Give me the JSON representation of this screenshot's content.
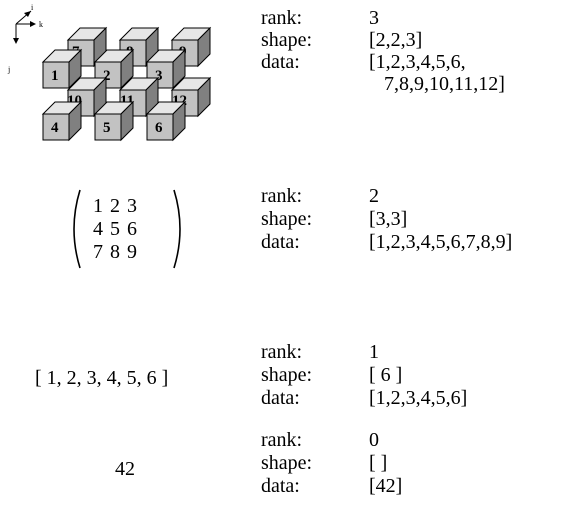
{
  "labels": {
    "rank": "rank:",
    "shape": "shape:",
    "data": "data:"
  },
  "axes": {
    "i": "i",
    "k": "k",
    "j": "j"
  },
  "cube": {
    "back": [
      "7",
      "8",
      "9",
      "10",
      "11",
      "12"
    ],
    "front": [
      "1",
      "2",
      "3",
      "4",
      "5",
      "6"
    ]
  },
  "matrix_rows": [
    "1 2 3",
    "4 5 6",
    "7 8 9"
  ],
  "vector": "[ 1, 2, 3, 4, 5, 6 ]",
  "scalar": "42",
  "tensors": [
    {
      "rank": "3",
      "shape": "[2,2,3]",
      "data": "[1,2,3,4,5,6,",
      "data2": "7,8,9,10,11,12]"
    },
    {
      "rank": "2",
      "shape": "[3,3]",
      "data": "[1,2,3,4,5,6,7,8,9]"
    },
    {
      "rank": "1",
      "shape": "[ 6 ]",
      "data": "[1,2,3,4,5,6]"
    },
    {
      "rank": "0",
      "shape": "[ ]",
      "data": "[42]"
    }
  ]
}
